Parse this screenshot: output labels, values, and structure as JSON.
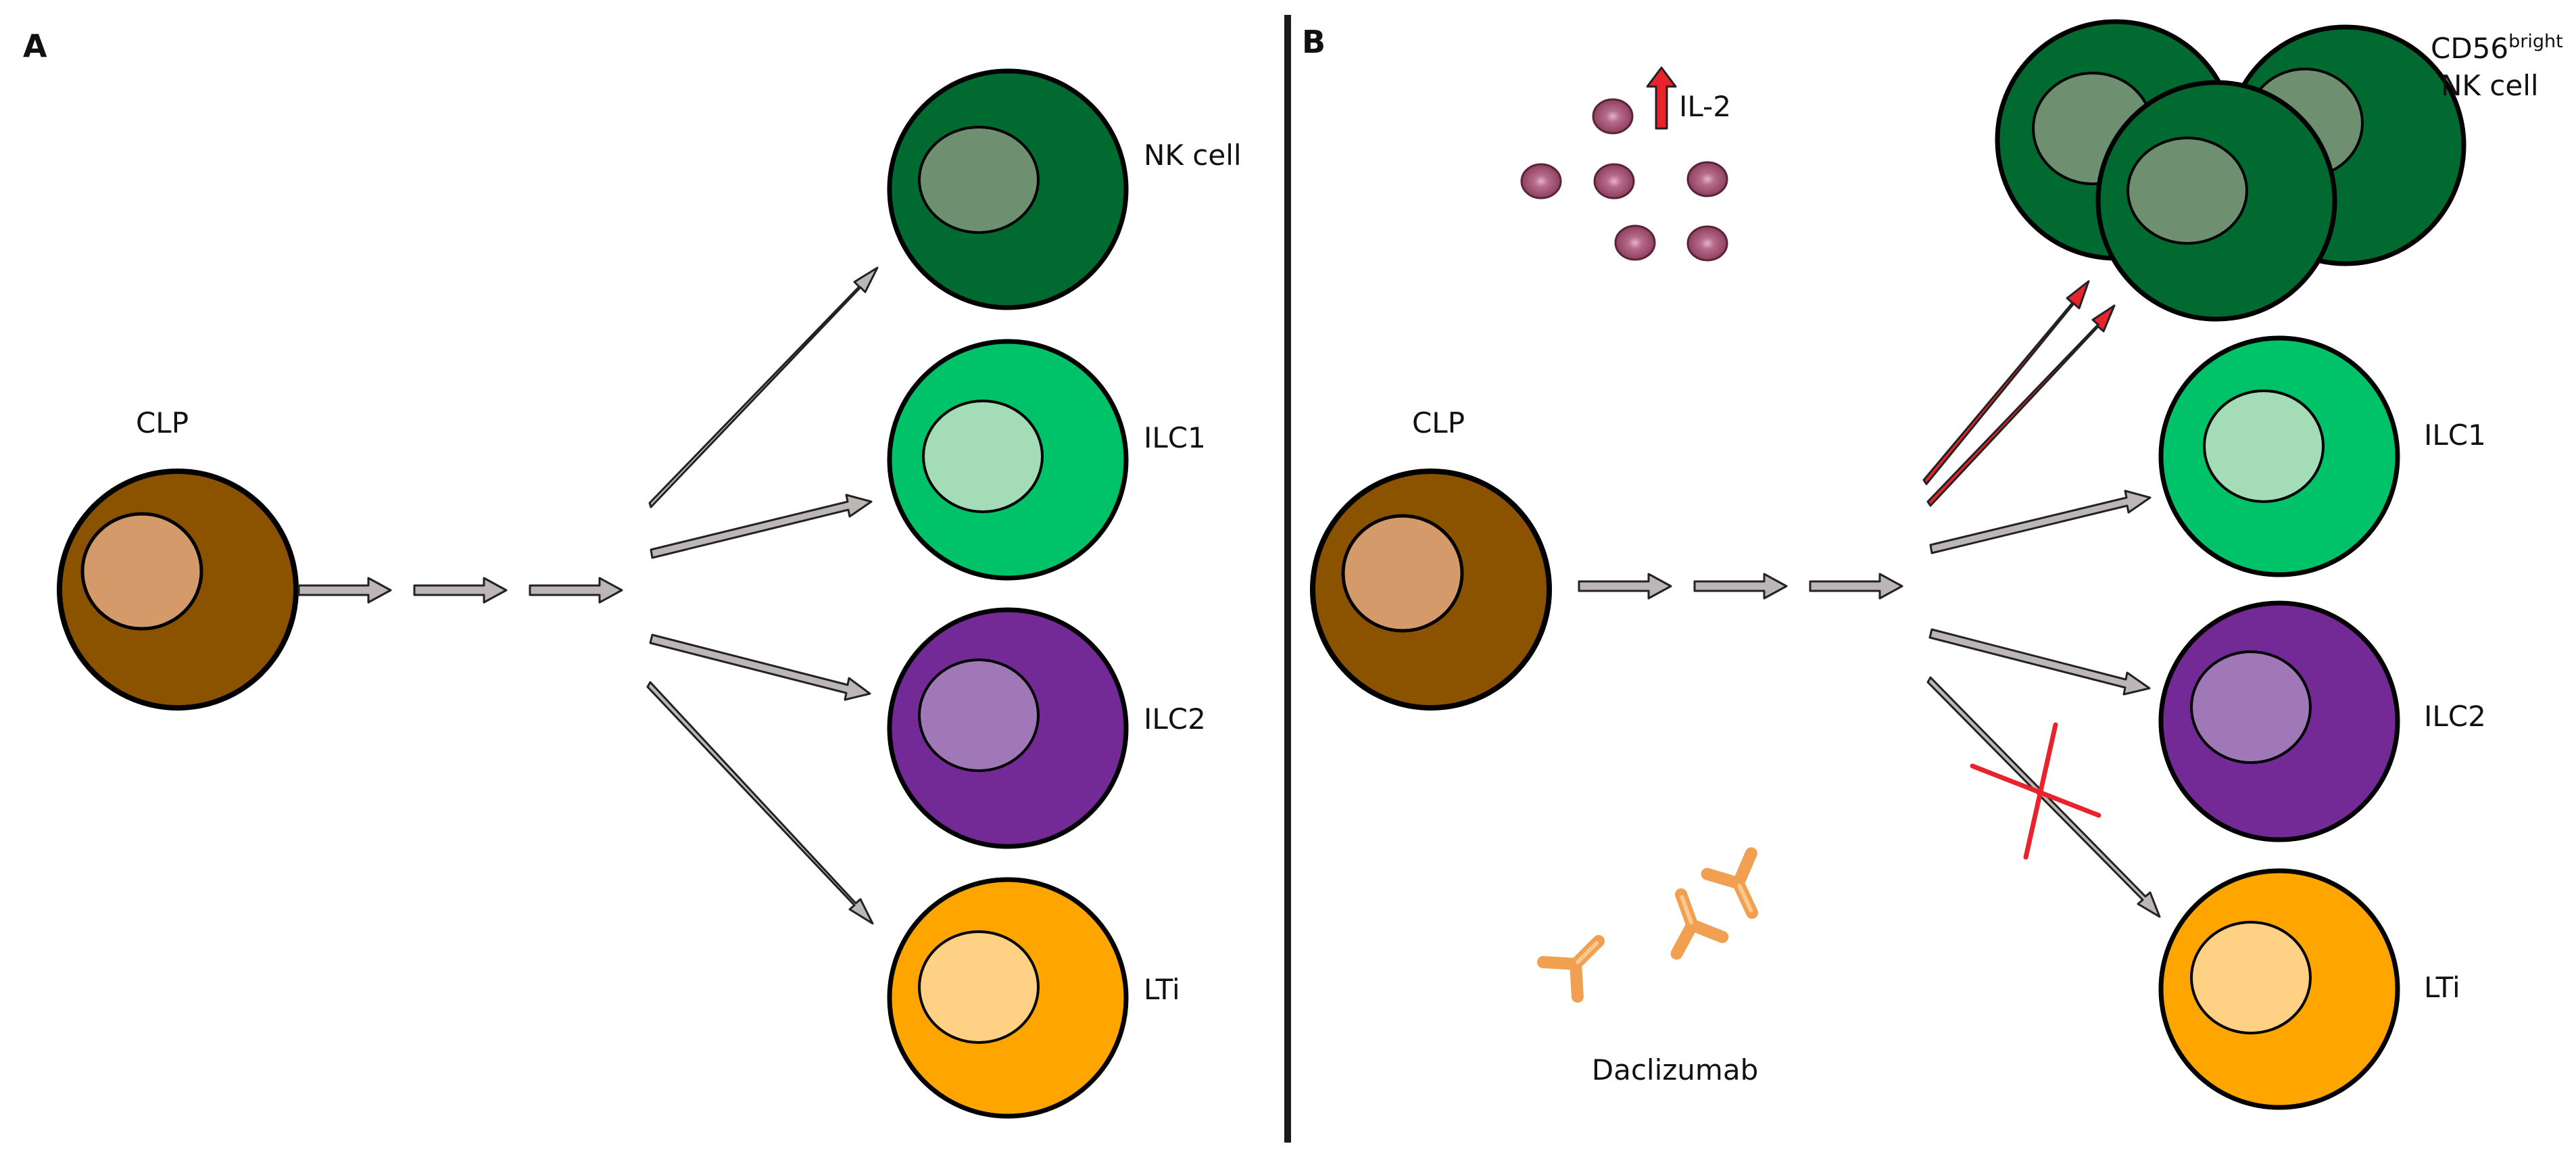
{
  "panels": {
    "a_label": "A",
    "b_label": "B"
  },
  "panel_a": {
    "progenitor": "CLP",
    "cells": {
      "nk": "NK cell",
      "ilc1": "ILC1",
      "ilc2": "ILC2",
      "lti": "LTi"
    }
  },
  "panel_b": {
    "progenitor": "CLP",
    "cytokine": "IL-2",
    "drug": "Daclizumab",
    "nk_label_main": "CD56",
    "nk_label_sup": "bright",
    "nk_label_line2": "NK cell",
    "cells": {
      "ilc1": "ILC1",
      "ilc2": "ILC2",
      "lti": "LTi"
    }
  },
  "colors": {
    "clp_outer": "#8B5200",
    "clp_inner": "#D49A6A",
    "nk_outer": "#006A30",
    "nk_inner": "#6F9070",
    "ilc1_outer": "#00C268",
    "ilc1_inner": "#A3DCB6",
    "ilc2_outer": "#742A96",
    "ilc2_inner": "#A078B8",
    "lti_outer": "#FFA500",
    "lti_inner": "#FFD185",
    "arrow_fill": "#BDB6B6",
    "arrow_red": "#E8232B",
    "il2_particle": "#9B4A6A",
    "antibody": "#F5A04A",
    "block_cross": "#E8232B"
  }
}
